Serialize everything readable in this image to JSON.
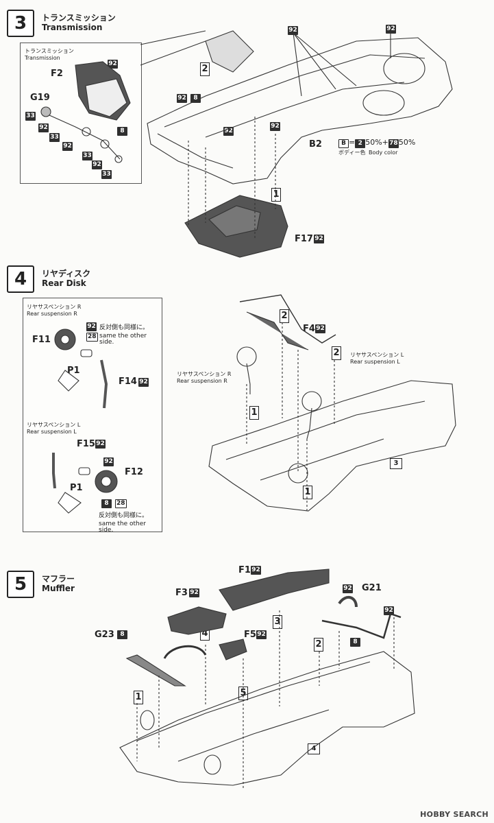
{
  "steps": [
    {
      "number": "3",
      "title_ja": "トランスミッション",
      "title_en": "Transmission"
    },
    {
      "number": "4",
      "title_ja": "リヤディスク",
      "title_en": "Rear Disk"
    },
    {
      "number": "5",
      "title_ja": "マフラー",
      "title_en": "Muffler"
    }
  ],
  "step3": {
    "inset_ja": "トランスミッション",
    "inset_en": "Transmission",
    "parts": {
      "f2": "F2",
      "g19": "G19",
      "b2": "B2",
      "f17": "F17"
    },
    "codes": {
      "c92": "92",
      "c8": "8",
      "c33": "33"
    },
    "body_color_formula": {
      "code_b": "B",
      "eq": "=",
      "c2": "2",
      "p1": "50%+",
      "c78": "78",
      "p2": "50%"
    },
    "body_color_ja": "ボディー色",
    "body_color_en": "Body color",
    "arrow_1": "1",
    "arrow_2": "2"
  },
  "step4": {
    "inset_r_ja": "リヤサスペンション R",
    "inset_r_en": "Rear suspension R",
    "other_side_ja": "反対側も同様に。",
    "other_side_en": "same the other side.",
    "inset_l_ja": "リヤサスペンション L",
    "inset_l_en": "Rear suspension L",
    "parts": {
      "f11": "F11",
      "p1": "P1",
      "f14": "F14",
      "f15": "F15",
      "f12": "F12",
      "f4": "F4"
    },
    "codes": {
      "c92": "92",
      "c28": "28",
      "c8": "8"
    },
    "main_r_ja": "リヤサスペンション R",
    "main_r_en": "Rear suspension R",
    "main_l_ja": "リヤサスペンション L",
    "main_l_en": "Rear suspension L",
    "arrow_1": "1",
    "arrow_2": "2",
    "ref_step": "3"
  },
  "step5": {
    "parts": {
      "f1": "F1",
      "f3": "F3",
      "g21": "G21",
      "g23": "G23",
      "f5": "F5"
    },
    "codes": {
      "c92": "92",
      "c8": "8"
    },
    "arrow_1": "1",
    "arrow_2": "2",
    "arrow_3": "3",
    "arrow_4": "4",
    "arrow_5": "5",
    "ref_step": "4"
  },
  "watermark": "HOBBY SEARCH"
}
